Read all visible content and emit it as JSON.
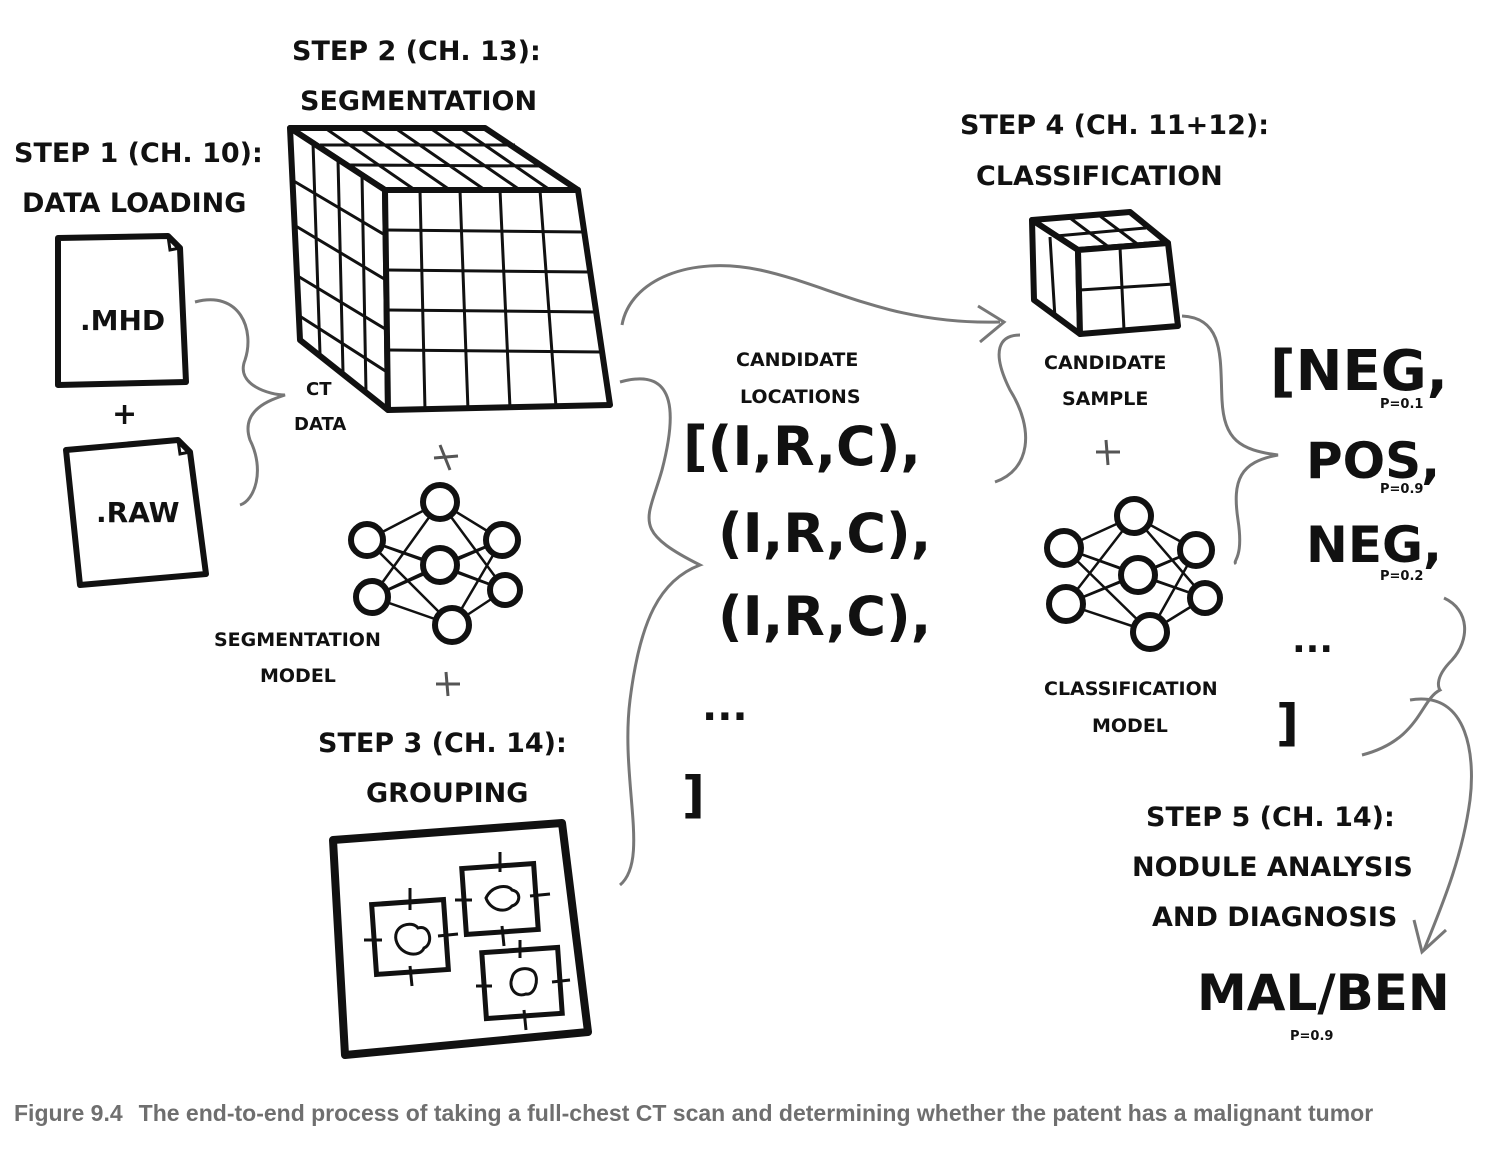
{
  "step1": {
    "title_line1": "STEP 1 (CH. 10):",
    "title_line2": "DATA LOADING",
    "file1": ".MHD",
    "file2": ".RAW",
    "plus": "+"
  },
  "ct": {
    "line1": "CT",
    "line2": "DATA"
  },
  "step2": {
    "title_line1": "STEP 2 (CH. 13):",
    "title_line2": "SEGMENTATION"
  },
  "seg_model": {
    "line1": "SEGMENTATION",
    "line2": "MODEL"
  },
  "step3": {
    "title_line1": "STEP 3 (CH. 14):",
    "title_line2": "GROUPING"
  },
  "candidates": {
    "label_line1": "CANDIDATE",
    "label_line2": "LOCATIONS",
    "rows": [
      "[(I,R,C),",
      "(I,R,C),",
      "(I,R,C),"
    ],
    "ellipsis": "...",
    "close": "]"
  },
  "step4": {
    "title_line1": "STEP 4 (CH. 11+12):",
    "title_line2": "CLASSIFICATION"
  },
  "cand_sample": {
    "line1": "CANDIDATE",
    "line2": "SAMPLE"
  },
  "cls_model": {
    "line1": "CLASSIFICATION",
    "line2": "MODEL"
  },
  "results": {
    "items": [
      {
        "label": "[NEG,",
        "p": "P=0.1"
      },
      {
        "label": "POS,",
        "p": "P=0.9"
      },
      {
        "label": "NEG,",
        "p": "P=0.2"
      }
    ],
    "ellipsis": "...",
    "close": "]"
  },
  "step5": {
    "title_line1": "STEP 5 (CH. 14):",
    "title_line2": "NODULE ANALYSIS",
    "title_line3": "AND DIAGNOSIS"
  },
  "diagnosis": {
    "label": "MAL/BEN",
    "p": "P=0.9"
  },
  "caption": {
    "label": "Figure 9.4",
    "text": "The end-to-end process of taking a full-chest CT scan and determining whether the patent has a malignant tumor"
  }
}
